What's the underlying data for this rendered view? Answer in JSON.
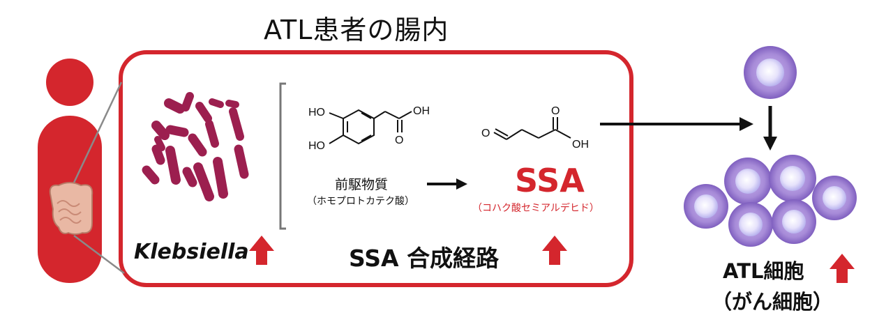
{
  "title": "ATL患者の腸内",
  "bacteria": {
    "name": "Klebsiella",
    "color": "#9c1f4f"
  },
  "pathway": {
    "label": "SSA 合成経路"
  },
  "precursor": {
    "label": "前駆物質",
    "sublabel": "（ホモプロトカテク酸）",
    "atoms": {
      "ho_top": "HO",
      "ho_bottom": "HO",
      "oh": "OH",
      "o": "O"
    }
  },
  "product": {
    "name": "SSA",
    "sublabel": "（コハク酸セミアルデヒド）",
    "atoms": {
      "o_aldehyde": "O",
      "o_acid": "O",
      "oh": "OH"
    }
  },
  "cells": {
    "label_line1": "ATL細胞",
    "label_line2": "（がん細胞）",
    "fill_color": "#a78bd8",
    "nucleus_color": "#e6e2fb"
  },
  "colors": {
    "accent_red": "#d4262d",
    "body_red": "#d4262d",
    "arrow_black": "#111111"
  },
  "icons": [
    "human-silhouette-icon",
    "intestine-icon",
    "bacteria-icon",
    "up-arrow-icon",
    "right-arrow-icon",
    "down-arrow-icon",
    "cell-icon"
  ]
}
